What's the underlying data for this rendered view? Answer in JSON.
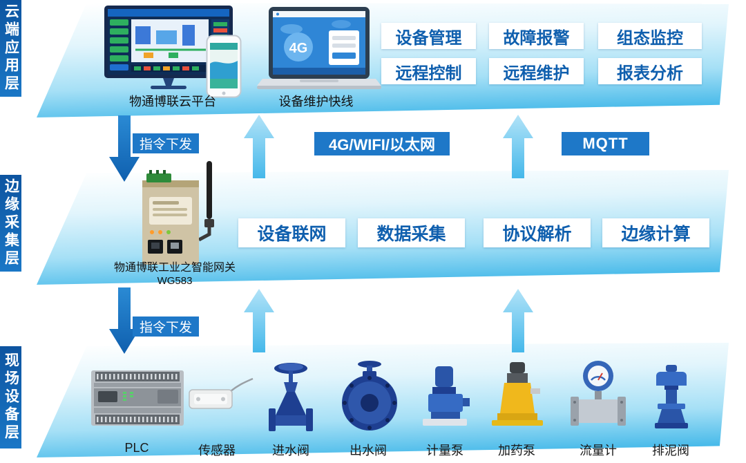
{
  "sidebar": {
    "cloud_layer_label": "云端应用层",
    "edge_layer_label": "边缘采集层",
    "field_layer_label": "现场设备层"
  },
  "cloud_layer": {
    "platform_caption": "物通博联云平台",
    "laptop_caption": "设备维护快线",
    "laptop_screen_badge": "4G",
    "features": [
      {
        "label": "设备管理"
      },
      {
        "label": "故障报警"
      },
      {
        "label": "组态监控"
      },
      {
        "label": "远程控制"
      },
      {
        "label": "远程维护"
      },
      {
        "label": "报表分析"
      }
    ]
  },
  "connections": {
    "cloud_downlink_label": "指令下发",
    "uplink_network_label": "4G/WIFI/以太网",
    "uplink_protocol_label": "MQTT",
    "edge_downlink_label": "指令下发"
  },
  "edge_layer": {
    "gateway_caption_line1": "物通博联工业之智能网关",
    "gateway_caption_line2": "WG583",
    "features": [
      {
        "label": "设备联网"
      },
      {
        "label": "数据采集"
      },
      {
        "label": "协议解析"
      },
      {
        "label": "边缘计算"
      }
    ]
  },
  "field_layer": {
    "devices": [
      {
        "label": "PLC",
        "icon": "plc-image"
      },
      {
        "label": "传感器",
        "icon": "sensor-image"
      },
      {
        "label": "进水阀",
        "icon": "inlet-valve-image"
      },
      {
        "label": "出水阀",
        "icon": "outlet-valve-image"
      },
      {
        "label": "计量泵",
        "icon": "metering-pump-image"
      },
      {
        "label": "加药泵",
        "icon": "dosing-pump-image"
      },
      {
        "label": "流量计",
        "icon": "flow-meter-image"
      },
      {
        "label": "排泥阀",
        "icon": "mud-discharge-valve-image"
      }
    ]
  },
  "colors": {
    "band_cyan": "#2fb0e6",
    "sidebar_blue": "#1061ae",
    "feature_text_blue": "#0f5fae",
    "pill_blue": "#1e78c8"
  }
}
